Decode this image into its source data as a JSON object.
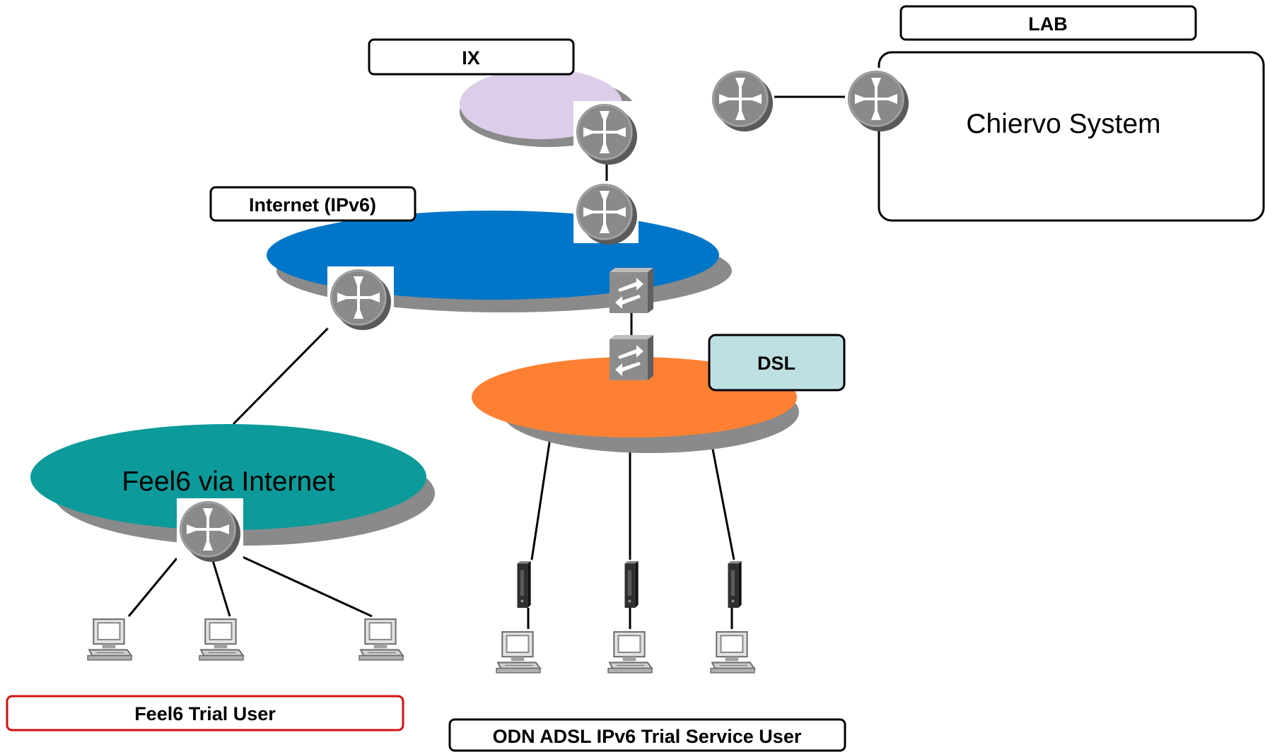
{
  "labels": {
    "lab": "LAB",
    "ix": "IX",
    "chiervo": "Chiervo System",
    "internet": "Internet (IPv6)",
    "dsl": "DSL",
    "feel6_cloud": "Feel6 via Internet",
    "feel6_user": "Feel6 Trial User",
    "odn_user": "ODN ADSL IPv6 Trial Service User"
  },
  "colors": {
    "ix": "#dccde9",
    "internet": "#0076c8",
    "dsl": "#ff8033",
    "feel6": "#0c9a9a",
    "dsl_label_fill": "#bfe0e2",
    "feel6_label_border": "#d11010",
    "shadow": "#8a8a8a",
    "device": "#808080"
  },
  "icons": {
    "router": "router-icon",
    "switch": "switch-icon",
    "modem": "modem-icon",
    "pc": "computer-icon"
  }
}
